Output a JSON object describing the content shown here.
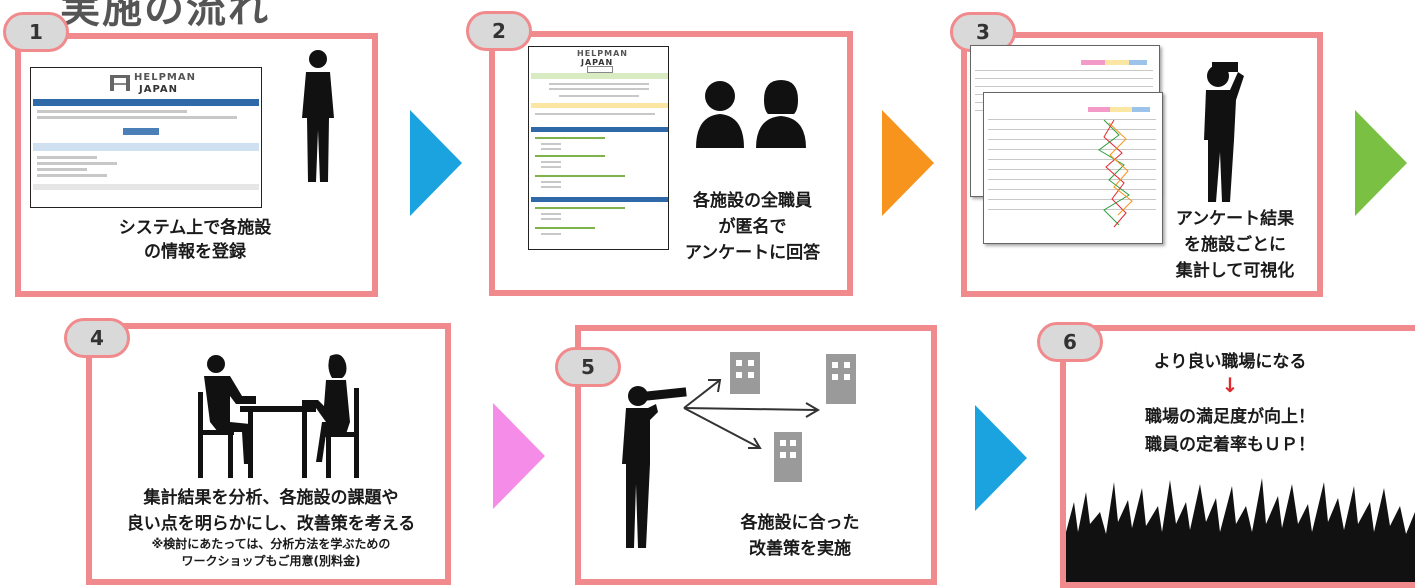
{
  "header": {
    "title_fragment": "実施の流れ"
  },
  "steps": [
    {
      "number": "1",
      "caption": "システム上で各施設\nの情報を登録"
    },
    {
      "number": "2",
      "caption": "各施設の全職員\nが匿名で\nアンケートに回答"
    },
    {
      "number": "3",
      "caption": "アンケート結果\nを施設ごとに\n集計して可視化"
    },
    {
      "number": "4",
      "caption": "集計結果を分析、各施設の課題や\n良い点を明らかにし、改善策を考える",
      "note": "※検討にあたっては、分析方法を学ぶための\nワークショップもご用意(別料金)"
    },
    {
      "number": "5",
      "caption": "各施設に合った\n改善策を実施"
    },
    {
      "number": "6",
      "line1": "より良い職場になる",
      "down_arrow": "↓",
      "line2": "職場の満足度が向上！",
      "line3": "職員の定着率もＵＰ！"
    }
  ],
  "logo": {
    "line1": "HELPMAN",
    "line2": "JAPAN"
  },
  "colors": {
    "frame": "#f08a8c",
    "badge": "#d9d9d9",
    "arrow_blue": "#1ba3e0",
    "arrow_orange": "#f7941d",
    "arrow_green": "#7ac143",
    "arrow_pink": "#f48ce8",
    "down_arrow": "#e0292f"
  },
  "icons": [
    "person-silhouette-icon",
    "two-people-icon",
    "binocular-person-icon",
    "meeting-table-icon",
    "telescope-person-icon",
    "building-icon",
    "cheering-crowd-icon"
  ]
}
